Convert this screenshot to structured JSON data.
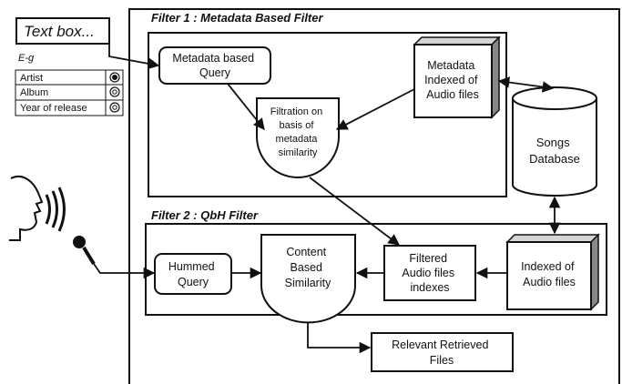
{
  "textbox": {
    "label": "Text box...",
    "eg": "E-g"
  },
  "options": [
    {
      "label": "Artist",
      "state": "selected"
    },
    {
      "label": "Album",
      "state": "unselected"
    },
    {
      "label": "Year of release",
      "state": "unselected"
    }
  ],
  "filter1": {
    "title": "Filter 1 : Metadata Based Filter",
    "query": [
      "Metadata based",
      "Query"
    ],
    "indexed": [
      "Metadata",
      "Indexed of",
      "Audio files"
    ],
    "filtration": [
      "Filtration on",
      "basis of",
      "metadata",
      "similarity"
    ]
  },
  "database": [
    "Songs",
    "Database"
  ],
  "filter2": {
    "title": "Filter 2 : QbH Filter",
    "hummed": [
      "Hummed",
      "Query"
    ],
    "content": [
      "Content",
      "Based",
      "Similarity"
    ],
    "filtered": [
      "Filtered",
      "Audio files",
      "indexes"
    ],
    "indexed": [
      "Indexed of",
      "Audio files"
    ]
  },
  "result": [
    "Relevant Retrieved",
    "Files"
  ]
}
